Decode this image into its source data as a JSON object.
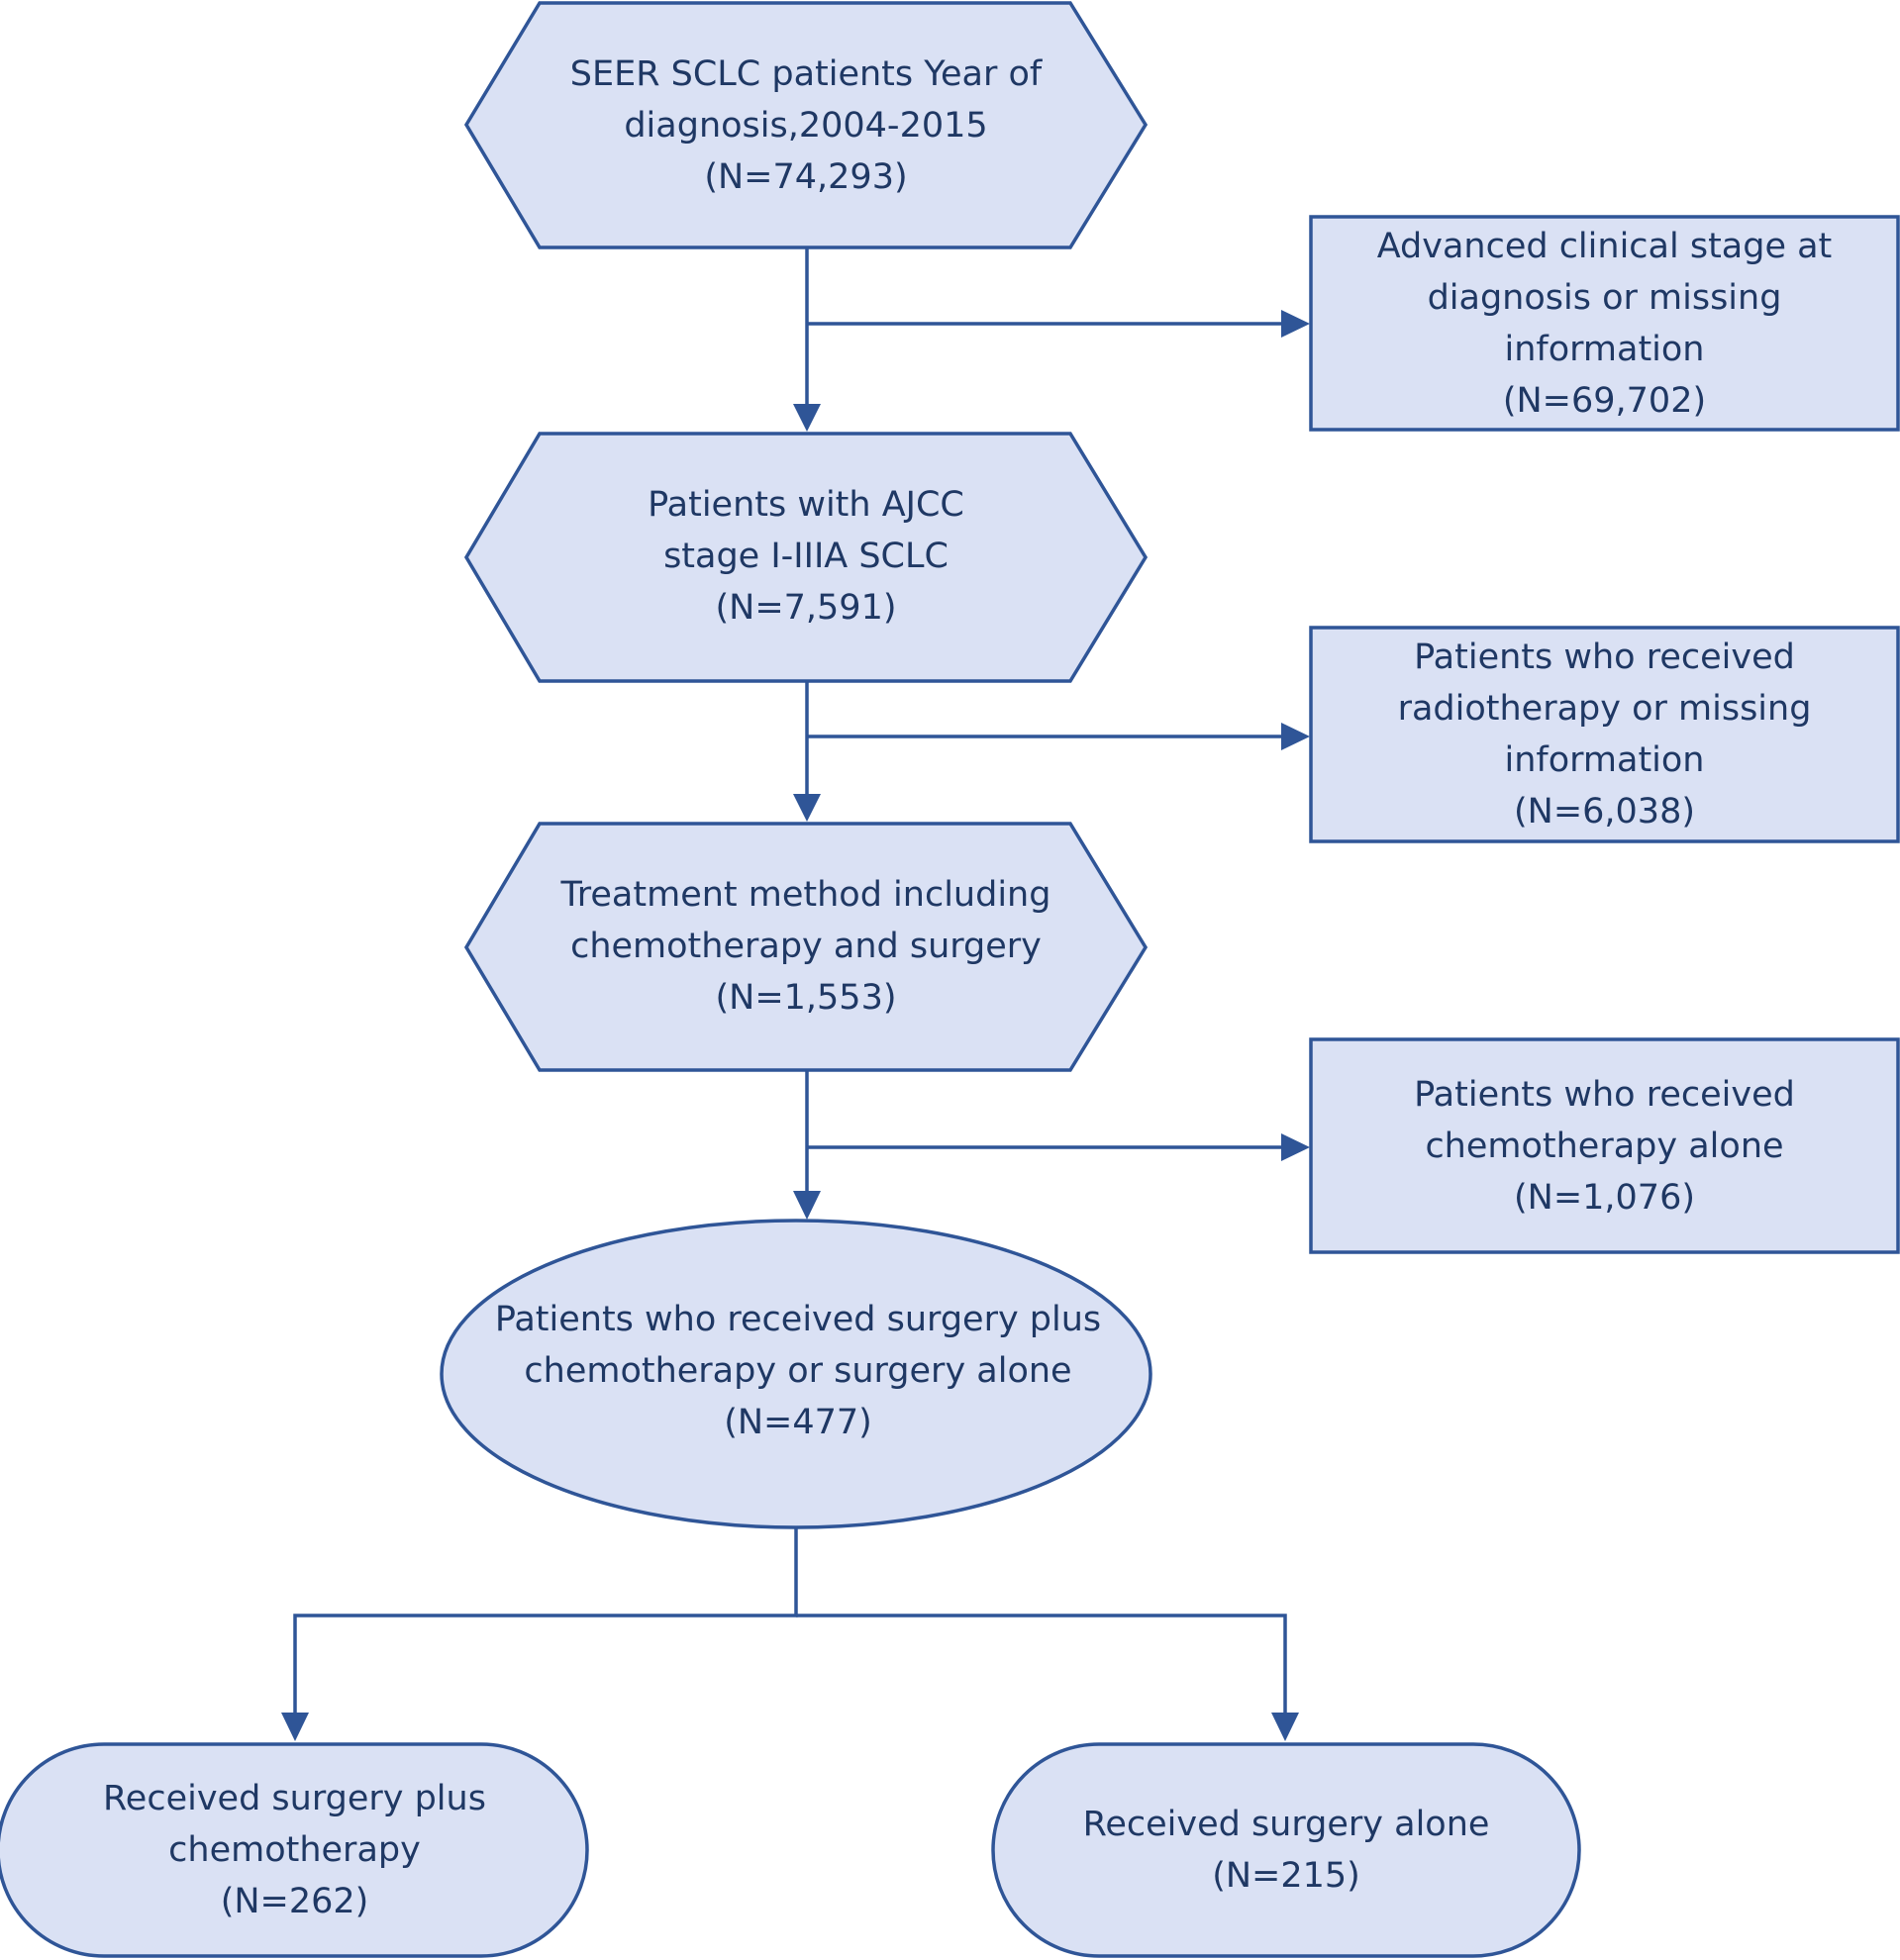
{
  "colors": {
    "fill": "#dae1f4",
    "stroke": "#2f5597",
    "text": "#1f3864"
  },
  "nodes": {
    "seer": {
      "shape": "hexagon",
      "lines": [
        "SEER SCLC patients Year of",
        "diagnosis,2004-2015",
        "(N=74,293)"
      ]
    },
    "excl_stage": {
      "shape": "rectangle",
      "lines": [
        "Advanced clinical stage at",
        "diagnosis or missing",
        "information",
        "(N=69,702)"
      ]
    },
    "ajcc": {
      "shape": "hexagon",
      "lines": [
        "Patients with AJCC",
        "stage I-IIIA SCLC",
        "(N=7,591)"
      ]
    },
    "excl_radio": {
      "shape": "rectangle",
      "lines": [
        "Patients who received",
        "radiotherapy or missing",
        "information",
        "(N=6,038)"
      ]
    },
    "treatment": {
      "shape": "hexagon",
      "lines": [
        "Treatment method including",
        "chemotherapy and surgery",
        "(N=1,553)"
      ]
    },
    "excl_chemo": {
      "shape": "rectangle",
      "lines": [
        "Patients who received",
        "chemotherapy alone",
        "(N=1,076)"
      ]
    },
    "surgery": {
      "shape": "ellipse",
      "lines": [
        "Patients who received surgery plus",
        "chemotherapy or surgery alone",
        "(N=477)"
      ]
    },
    "surg_chemo": {
      "shape": "rounded",
      "lines": [
        "Received surgery plus",
        "chemotherapy",
        "(N=262)"
      ]
    },
    "surg_alone": {
      "shape": "rounded",
      "lines": [
        "Received surgery alone",
        "(N=215)"
      ]
    }
  },
  "edges": [
    {
      "from": "seer",
      "to": "ajcc"
    },
    {
      "from": "seer",
      "to": "excl_stage"
    },
    {
      "from": "ajcc",
      "to": "treatment"
    },
    {
      "from": "ajcc",
      "to": "excl_radio"
    },
    {
      "from": "treatment",
      "to": "surgery"
    },
    {
      "from": "treatment",
      "to": "excl_chemo"
    },
    {
      "from": "surgery",
      "to": "surg_chemo"
    },
    {
      "from": "surgery",
      "to": "surg_alone"
    }
  ]
}
